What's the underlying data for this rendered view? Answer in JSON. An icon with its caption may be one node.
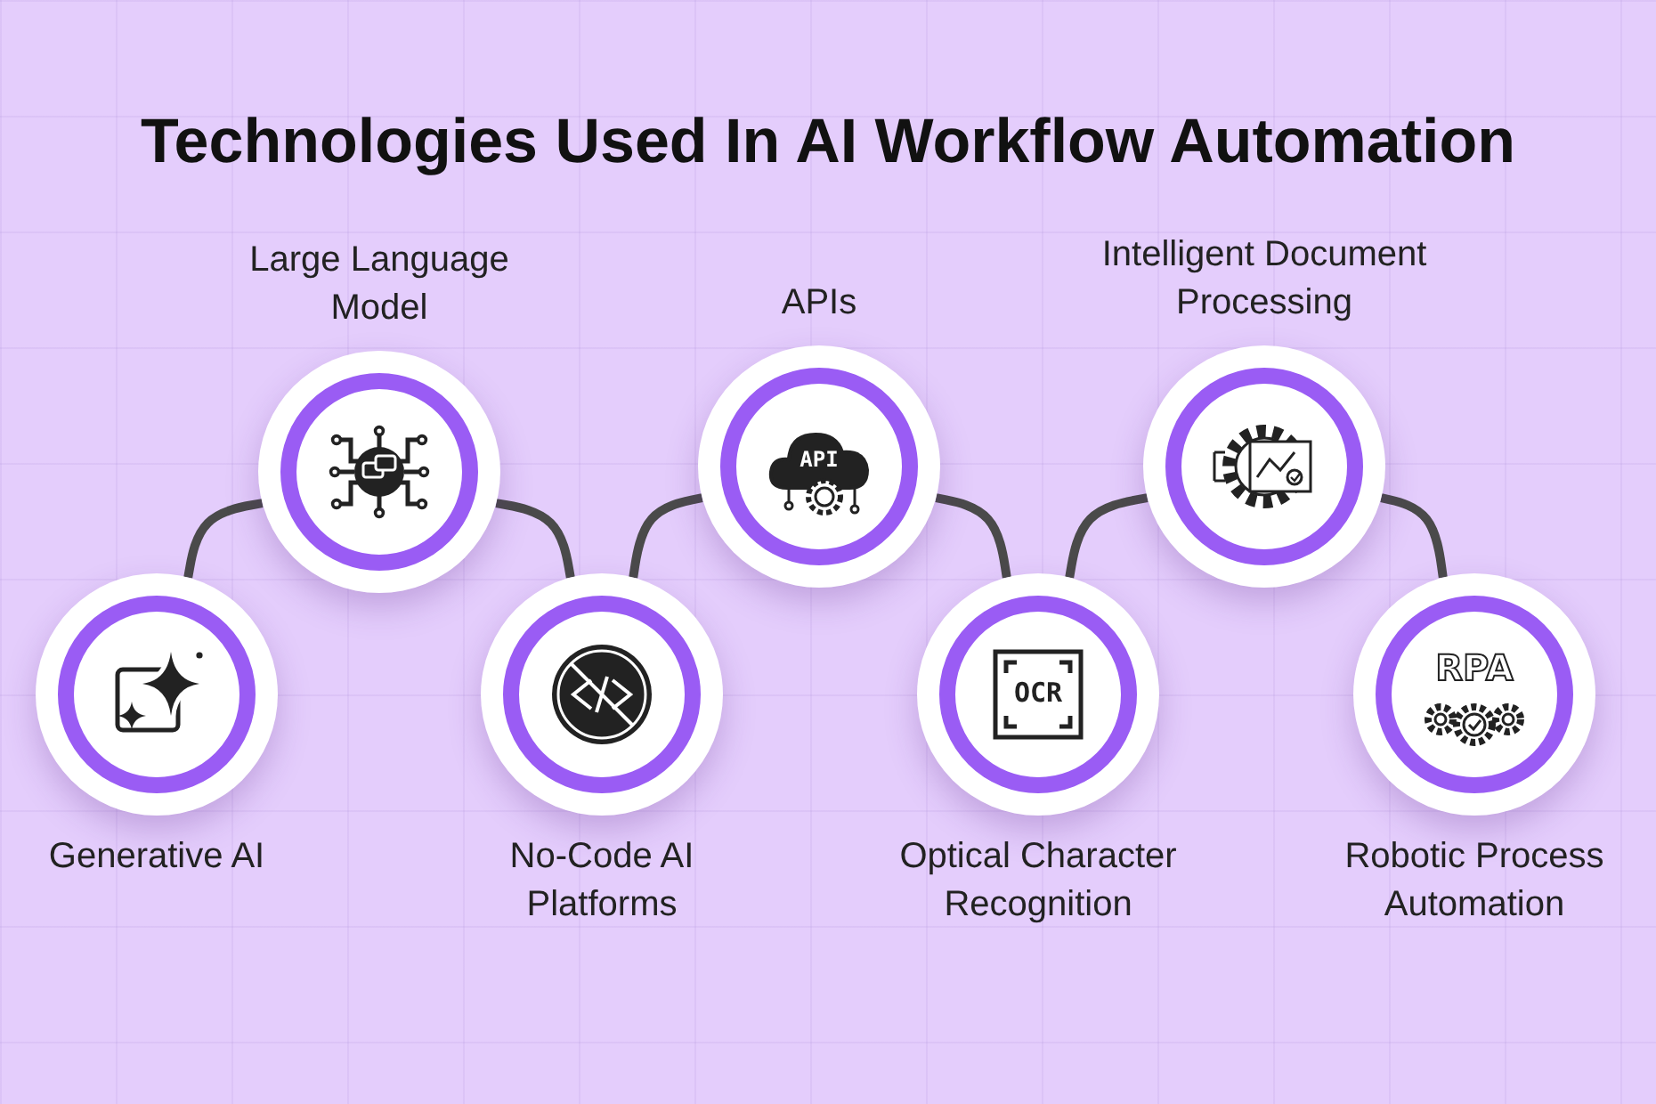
{
  "diagram": {
    "title": "Technologies Used In AI Workflow Automation",
    "nodes": [
      {
        "text": [
          "Generative AI"
        ]
      },
      {
        "text": [
          "Large Language Model"
        ]
      },
      {
        "text": [
          "No-Code AI Platforms"
        ]
      },
      {
        "text": [
          "APIs"
        ]
      },
      {
        "text": [
          "Optical Character Recognition"
        ]
      },
      {
        "text": [
          "Intelligent Document Processing"
        ]
      },
      {
        "text": [
          "Robotic Process Automation"
        ]
      }
    ],
    "edges": [
      {
        "from": 0,
        "to": 1,
        "arrow": "none"
      },
      {
        "from": 1,
        "to": 2,
        "arrow": "none"
      },
      {
        "from": 2,
        "to": 3,
        "arrow": "none"
      },
      {
        "from": 3,
        "to": 4,
        "arrow": "none"
      },
      {
        "from": 4,
        "to": 5,
        "arrow": "none"
      },
      {
        "from": 5,
        "to": 6,
        "arrow": "none"
      }
    ],
    "labels": [
      "API",
      "OCR",
      "RPA"
    ]
  }
}
